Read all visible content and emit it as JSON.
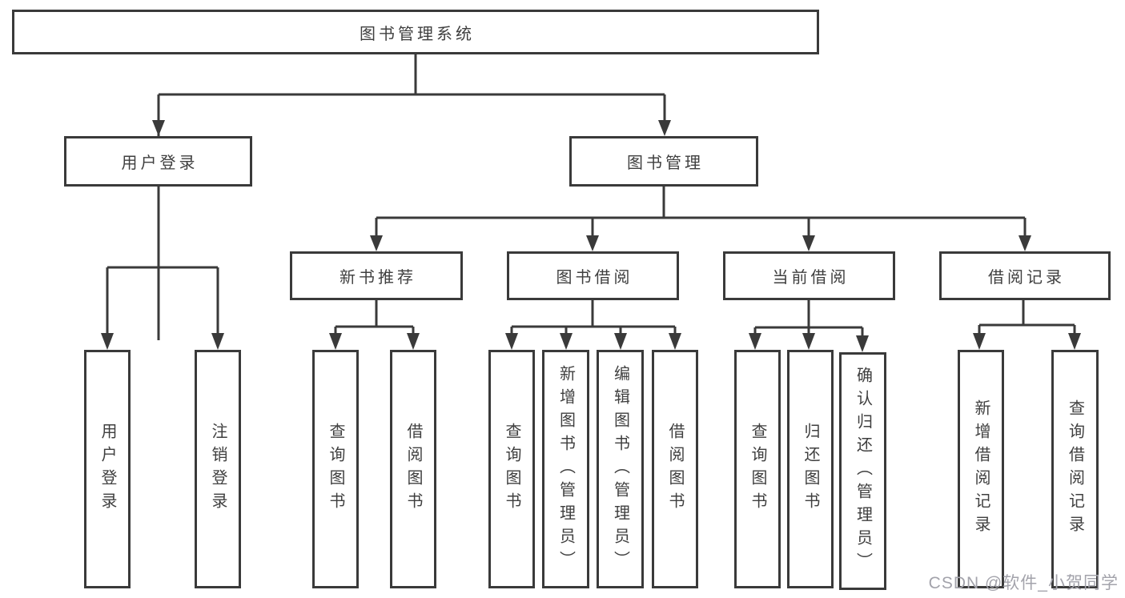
{
  "tree": {
    "label": "图书管理系统",
    "children": [
      {
        "label": "用户登录",
        "children": [
          {
            "label": "用户登录"
          },
          {
            "label": "注销登录"
          }
        ]
      },
      {
        "label": "图书管理",
        "children": [
          {
            "label": "新书推荐",
            "children": [
              {
                "label": "查询图书"
              },
              {
                "label": "借阅图书"
              }
            ]
          },
          {
            "label": "图书借阅",
            "children": [
              {
                "label": "查询图书"
              },
              {
                "label": "新增图书（管理员）"
              },
              {
                "label": "编辑图书（管理员）"
              },
              {
                "label": "借阅图书"
              }
            ]
          },
          {
            "label": "当前借阅",
            "children": [
              {
                "label": "查询图书"
              },
              {
                "label": "归还图书"
              },
              {
                "label": "确认归还（管理员）"
              }
            ]
          },
          {
            "label": "借阅记录",
            "children": [
              {
                "label": "新增借阅记录"
              },
              {
                "label": "查询借阅记录"
              }
            ]
          }
        ]
      }
    ]
  },
  "watermark": {
    "text": "CSDN @软件_小贺同学"
  },
  "colors": {
    "line": "#3a3a3a",
    "text": "#3f3f3f",
    "background": "#ffffff",
    "watermark": "#a3a3ab"
  }
}
